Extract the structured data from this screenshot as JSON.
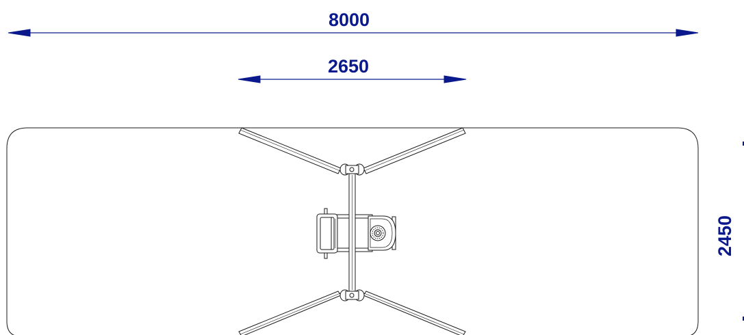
{
  "dimensions": {
    "overall_width": "8000",
    "frame_span": "2650",
    "overall_depth": "2450"
  },
  "colors": {
    "dimension": "#0a1a8c",
    "outline": "#1a1a1a",
    "background": "#ffffff"
  }
}
